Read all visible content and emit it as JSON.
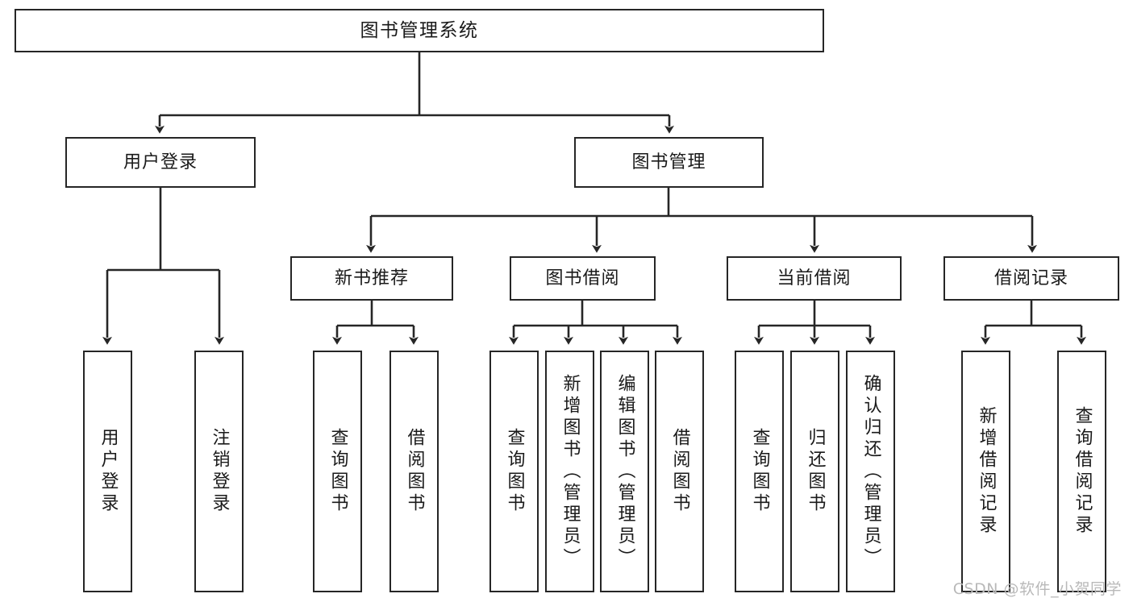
{
  "diagram": {
    "title": "图书管理系统",
    "type": "hierarchy-tree",
    "watermark": "CSDN @软件_小贺同学",
    "colors": {
      "stroke": "#262626",
      "box_fill": "#ffffff",
      "text": "#1a1a1a",
      "watermark": "#b9b9b9",
      "background": "#ffffff"
    },
    "root": {
      "label": "图书管理系统"
    },
    "level2": [
      {
        "label": "用户登录"
      },
      {
        "label": "图书管理"
      }
    ],
    "level3": [
      {
        "label": "新书推荐"
      },
      {
        "label": "图书借阅"
      },
      {
        "label": "当前借阅"
      },
      {
        "label": "借阅记录"
      }
    ],
    "leaves": {
      "user_login": [
        {
          "label": "用户登录"
        },
        {
          "label": "注销登录"
        }
      ],
      "new_book_recommend": [
        {
          "label": "查询图书"
        },
        {
          "label": "借阅图书"
        }
      ],
      "book_borrow": [
        {
          "label": "查询图书"
        },
        {
          "label": "新增图书（管理员）"
        },
        {
          "label": "编辑图书（管理员）"
        },
        {
          "label": "借阅图书"
        }
      ],
      "current_borrow": [
        {
          "label": "查询图书"
        },
        {
          "label": "归还图书"
        },
        {
          "label": "确认归还（管理员）"
        }
      ],
      "borrow_record": [
        {
          "label": "新增借阅记录"
        },
        {
          "label": "查询借阅记录"
        }
      ]
    }
  }
}
